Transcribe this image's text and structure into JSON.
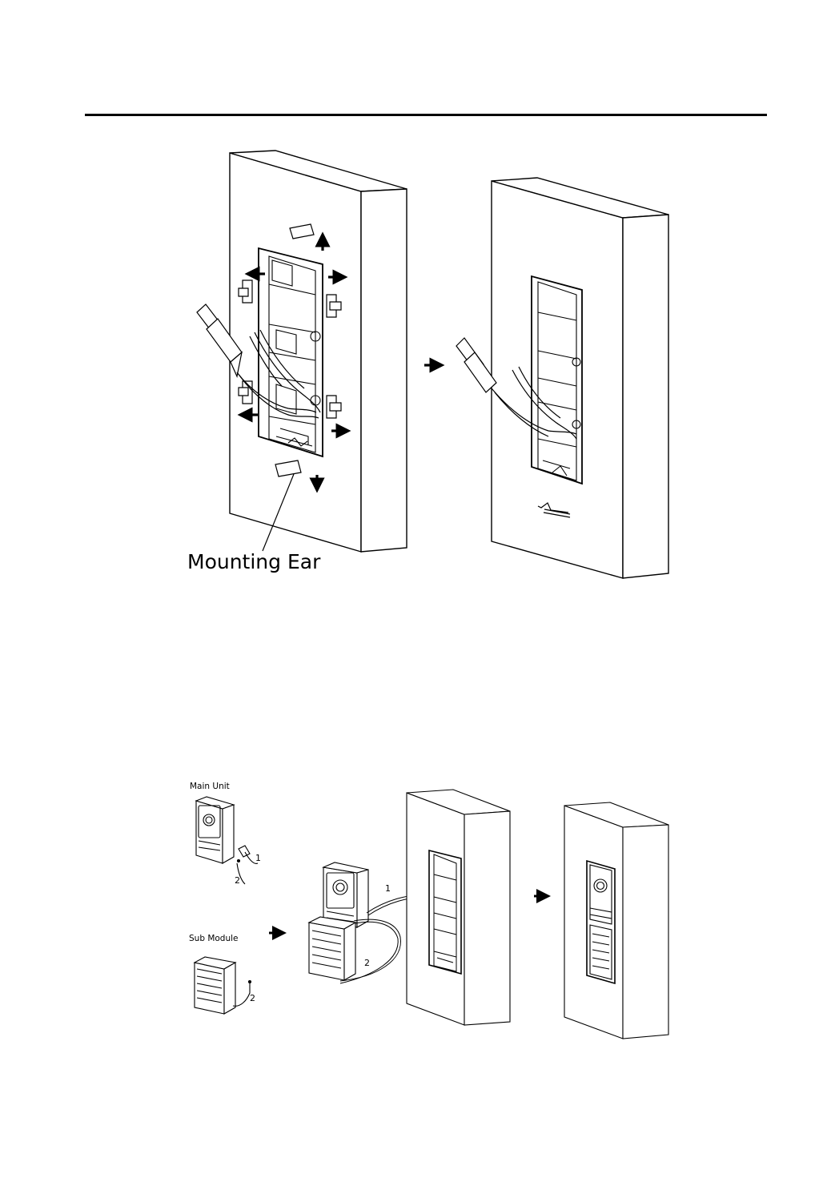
{
  "figure1": {
    "callout": "Mounting Ear"
  },
  "figure2": {
    "main_unit_label": "Main Unit",
    "sub_module_label": "Sub Module",
    "cable_1": "1",
    "cable_2": "2"
  }
}
